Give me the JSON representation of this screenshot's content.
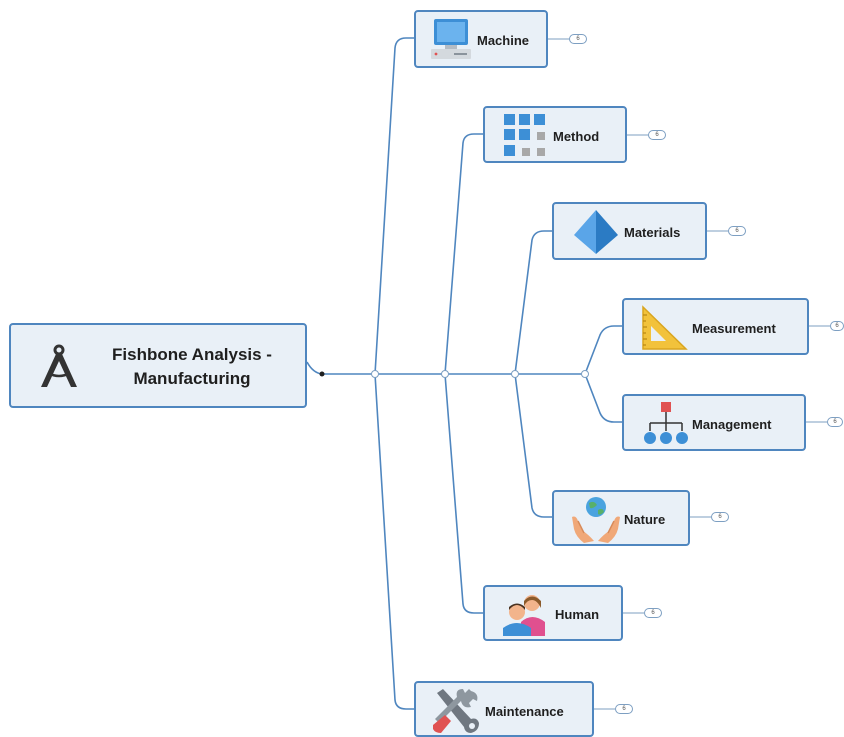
{
  "root": {
    "title_line1": "Fishbone Analysis -",
    "title_line2": "Manufacturing",
    "icon": "compass-icon"
  },
  "topics": [
    {
      "id": "machine",
      "label": "Machine",
      "icon": "computer-icon",
      "badge": "6"
    },
    {
      "id": "method",
      "label": "Method",
      "icon": "grid-blocks-icon",
      "badge": "6"
    },
    {
      "id": "materials",
      "label": "Materials",
      "icon": "pyramid-icon",
      "badge": "6"
    },
    {
      "id": "measurement",
      "label": "Measurement",
      "icon": "set-square-icon",
      "badge": "6"
    },
    {
      "id": "management",
      "label": "Management",
      "icon": "org-chart-icon",
      "badge": "6"
    },
    {
      "id": "nature",
      "label": "Nature",
      "icon": "globe-hands-icon",
      "badge": "6"
    },
    {
      "id": "human",
      "label": "Human",
      "icon": "people-icon",
      "badge": "6"
    },
    {
      "id": "maintenance",
      "label": "Maintenance",
      "icon": "wrench-screwdriver-icon",
      "badge": "6"
    }
  ],
  "colors": {
    "topic_fill": "#e9f0f7",
    "topic_border": "#4f86bf",
    "connector": "#4f86bf"
  }
}
